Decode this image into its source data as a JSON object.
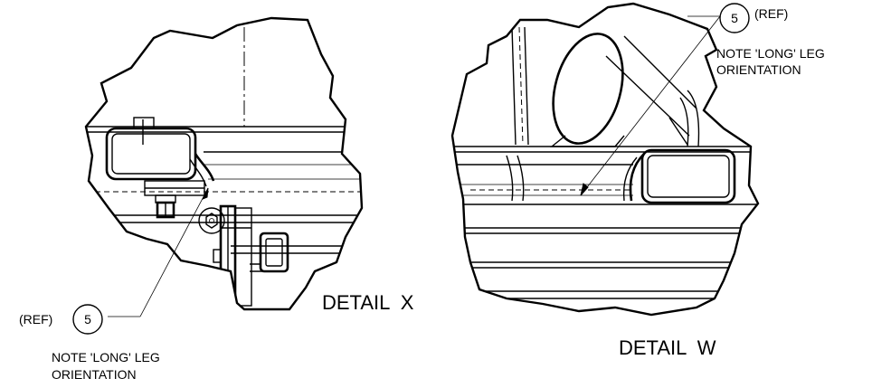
{
  "detail_x": {
    "title": "DETAIL  X",
    "callout": {
      "ref": "(REF)",
      "number": "5",
      "note_line1": "NOTE 'LONG' LEG",
      "note_line2": "ORIENTATION"
    }
  },
  "detail_w": {
    "title": "DETAIL  W",
    "callout": {
      "ref": "(REF)",
      "number": "5",
      "note_line1": "NOTE 'LONG' LEG",
      "note_line2": "ORIENTATION"
    }
  }
}
